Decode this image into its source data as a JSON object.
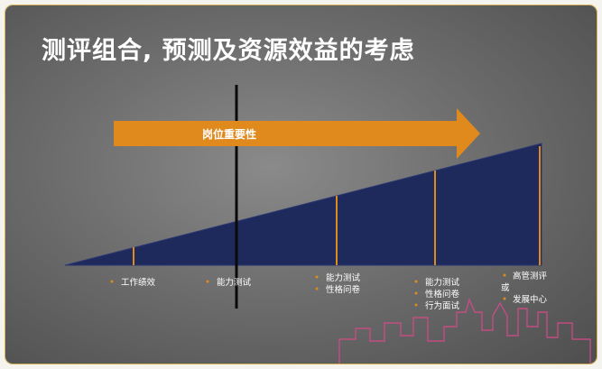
{
  "title": "测评组合, 预测及资源效益的考虑",
  "arrow_label": "岗位重要性",
  "labels": {
    "l1": "工作绩效",
    "l2": "能力测试",
    "l3a": "能力测试",
    "l3b": "性格问卷",
    "l4a": "能力测试",
    "l4b": "性格问卷",
    "l4c": "行为面试",
    "l5a": "高管测评",
    "l5or": "或",
    "l5b": "发展中心"
  },
  "colors": {
    "triangle": "#1f2a5c",
    "arrow": "#e08a1e",
    "divider": "#e08a1e",
    "watermark": "#d64a8a"
  }
}
